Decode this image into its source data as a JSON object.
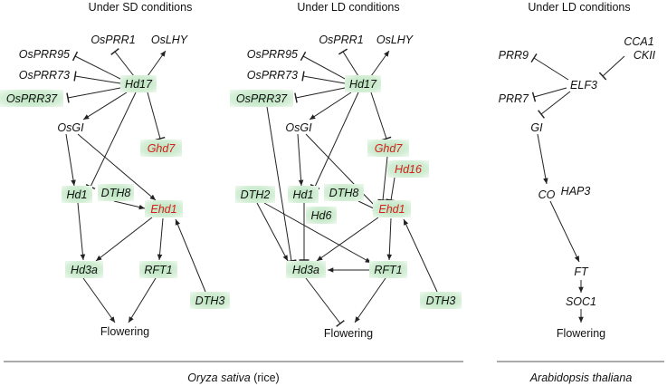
{
  "panels": [
    {
      "id": "sd",
      "title": "Under SD conditions"
    },
    {
      "id": "ld",
      "title": "Under LD conditions"
    },
    {
      "id": "ara",
      "title": "Under LD conditions"
    }
  ],
  "captions": {
    "rice_species": "Oryza sativa",
    "rice_common": " (rice)",
    "arabidopsis": "Arabidopsis thaliana"
  },
  "colors": {
    "highlight_box": "#cdeccf",
    "red_text": "#d6201b",
    "line": "#222222"
  },
  "sd": {
    "OsPRR95": "OsPRR95",
    "OsPRR1": "OsPRR1",
    "OsLHY": "OsLHY",
    "OsPRR73": "OsPRR73",
    "Hd17": "Hd17",
    "OsPRR37": "OsPRR37",
    "OsGI": "OsGI",
    "Ghd7": "Ghd7",
    "Hd1": "Hd1",
    "DTH8": "DTH8",
    "Ehd1": "Ehd1",
    "Hd3a": "Hd3a",
    "RFT1": "RFT1",
    "DTH3": "DTH3",
    "Flowering": "Flowering"
  },
  "ld": {
    "OsPRR95": "OsPRR95",
    "OsPRR1": "OsPRR1",
    "OsLHY": "OsLHY",
    "OsPRR73": "OsPRR73",
    "Hd17": "Hd17",
    "OsPRR37": "OsPRR37",
    "OsGI": "OsGI",
    "Ghd7": "Ghd7",
    "Hd16": "Hd16",
    "DTH2": "DTH2",
    "Hd1": "Hd1",
    "DTH8": "DTH8",
    "Hd6": "Hd6",
    "Ehd1": "Ehd1",
    "Hd3a": "Hd3a",
    "RFT1": "RFT1",
    "DTH3": "DTH3",
    "Flowering": "Flowering"
  },
  "ara": {
    "PRR9": "PRR9",
    "CCA1": "CCA1",
    "CKII": "CKII",
    "ELF3": "ELF3",
    "PRR7": "PRR7",
    "GI": "GI",
    "CO": "CO",
    "HAP3": "HAP3",
    "FT": "FT",
    "SOC1": "SOC1",
    "Flowering": "Flowering"
  }
}
